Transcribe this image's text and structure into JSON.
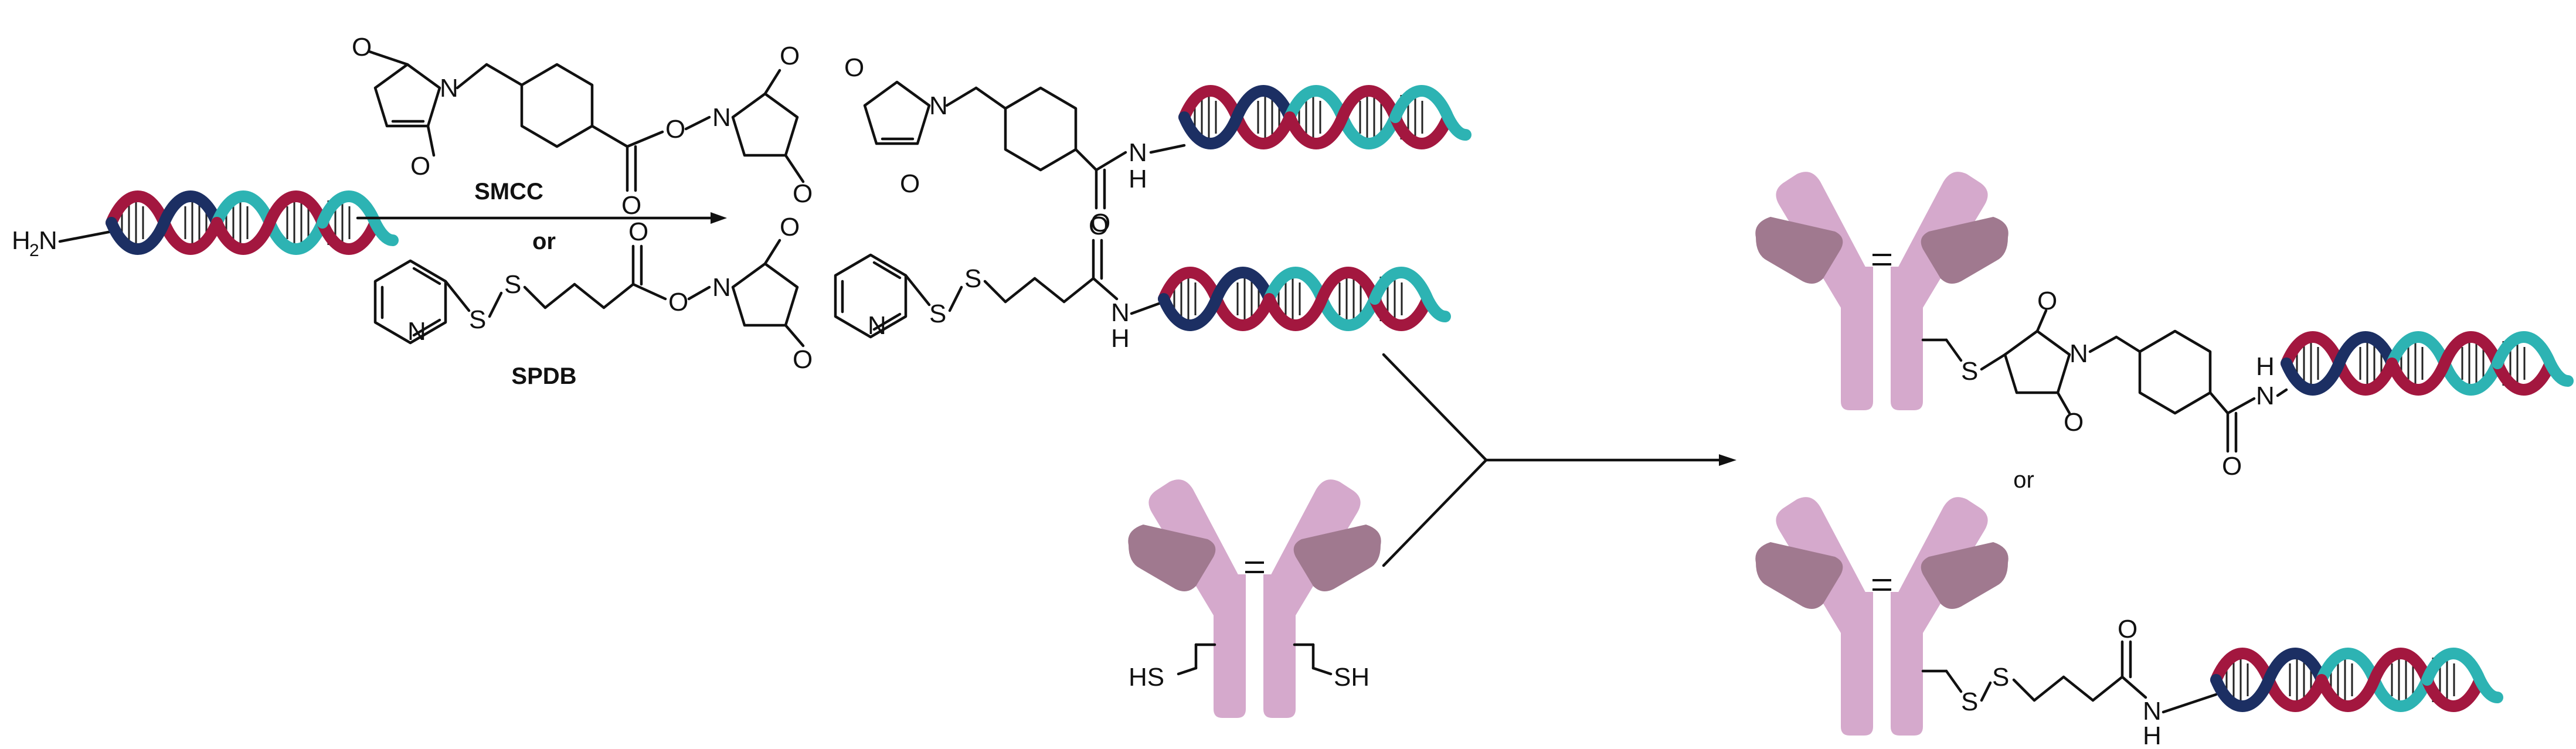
{
  "title": "",
  "reagents": {
    "reagent_1_name": "SMCC",
    "reagent_2_name": "SPDB",
    "or_between_reagents": "or"
  },
  "products": {
    "or_between_products": "or"
  },
  "atoms": {
    "O": "O",
    "N": "N",
    "S": "S",
    "H": "H",
    "amine": "H",
    "amine_sub": "2",
    "amine_n": "N",
    "thiol": "HS",
    "thiol_right": "SH"
  },
  "colors": {
    "dna_strand_red": "#a3173f",
    "dna_strand_navy": "#1c2f63",
    "dna_strand_teal": "#2db3b3",
    "antibody_light": "#d5a9cc",
    "antibody_dark": "#a0798f",
    "bond": "#111111"
  },
  "icons": [
    "dna-helix-icon",
    "antibody-icon"
  ]
}
